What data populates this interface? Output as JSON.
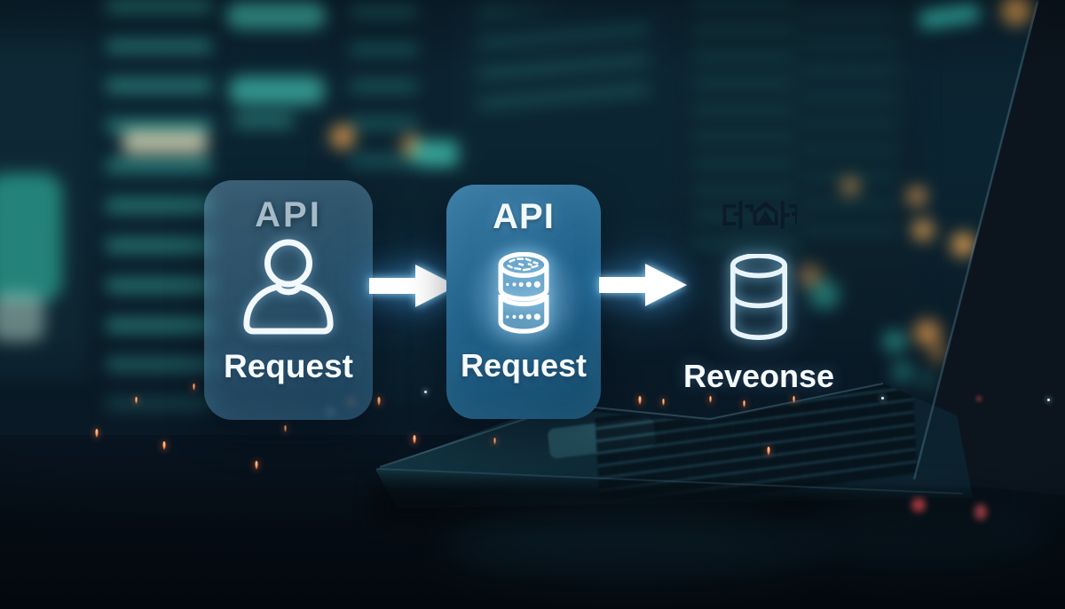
{
  "diagram": {
    "nodes": [
      {
        "name": "user-request",
        "top_label": "API",
        "icon": "user-icon",
        "bottom_label": "Request"
      },
      {
        "name": "api-database",
        "top_label": "API",
        "icon": "database-icon",
        "bottom_label": "Request"
      },
      {
        "name": "response",
        "top_icon": "corrupted-glyph-icon",
        "icon": "database-cylinder-icon",
        "bottom_label": "Reveonse"
      }
    ],
    "connectors": [
      {
        "name": "arrow-1",
        "icon": "arrow-right-icon"
      },
      {
        "name": "arrow-2",
        "icon": "arrow-right-icon"
      }
    ]
  },
  "colors": {
    "background_navy": "#0b2330",
    "card_glass_blue": "rgba(88,142,178,0.5)",
    "card_solid_blue": "#21628a",
    "text_primary": "#f5fafd",
    "text_api_muted": "#a6bac8",
    "arrow_white": "#ffffff",
    "glow_cyan": "#7fd2ff",
    "city_light_teal": "#3ec2b2",
    "bokeh_orange": "#e09a4e",
    "spark_red_orange": "#ff7a4a",
    "red_glow": "#e0484e"
  }
}
